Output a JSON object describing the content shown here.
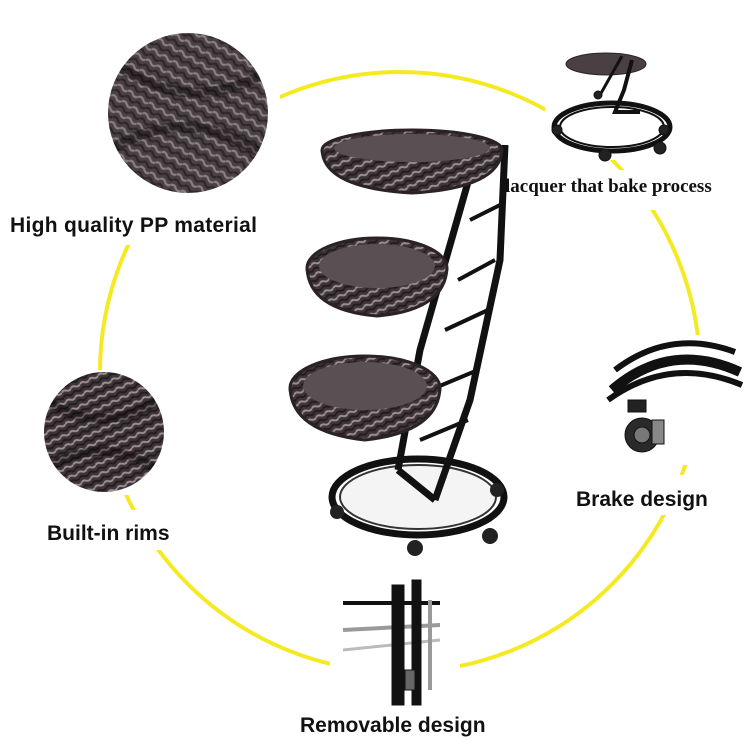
{
  "features": {
    "pp_material": "High quality PP material",
    "lacquer": "lacquer that bake process",
    "rims": "Built-in rims",
    "brake": "Brake design",
    "removable": "Removable design"
  },
  "colors": {
    "ring": "#f5ea22",
    "wicker": "#4a4044",
    "frame": "#111111",
    "text": "#111111"
  },
  "icons": [
    "wicker-texture",
    "caster-wheel",
    "metal-frame"
  ]
}
